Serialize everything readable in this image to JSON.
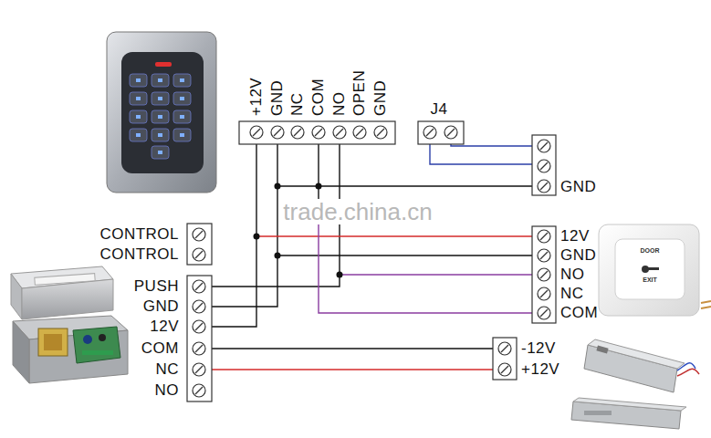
{
  "diagram": {
    "labels": [
      "+12V",
      "GND",
      "NC",
      "COM",
      "NO",
      "OPEN",
      "GND",
      "J4",
      "GND",
      "CONTROL",
      "CONTROL",
      "PUSH",
      "GND",
      "12V",
      "COM",
      "NC",
      "NO",
      "12V",
      "GND",
      "NO",
      "NC",
      "COM",
      "-12V",
      "+12V",
      "DOOR",
      "EXIT",
      "trade.china.cn"
    ]
  }
}
